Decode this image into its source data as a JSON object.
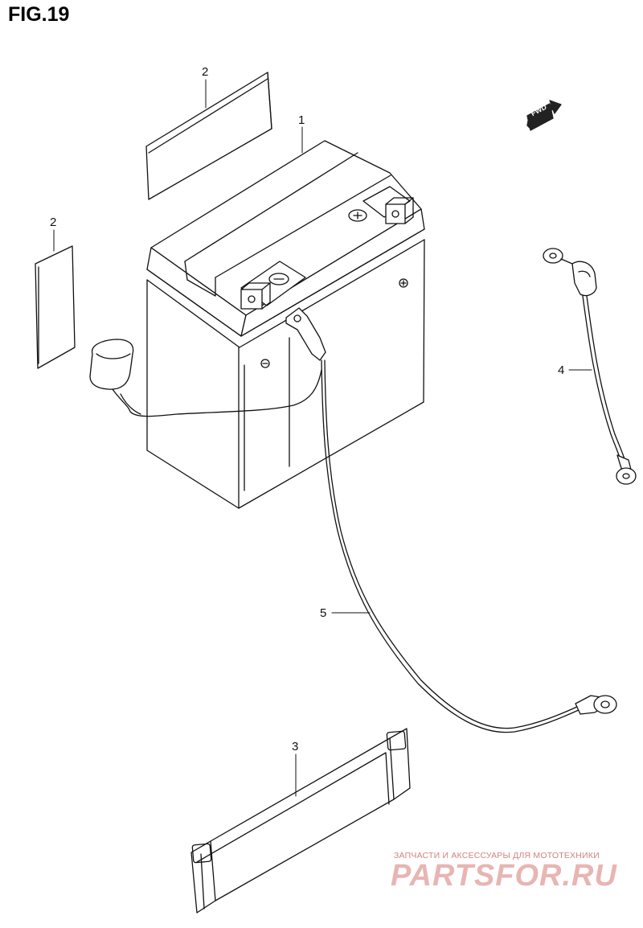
{
  "figure": {
    "title": "FIG.19"
  },
  "callouts": [
    {
      "id": "battery",
      "label": "1"
    },
    {
      "id": "label-top",
      "label": "2"
    },
    {
      "id": "label-left",
      "label": "2"
    },
    {
      "id": "band",
      "label": "3"
    },
    {
      "id": "lead-short",
      "label": "4"
    },
    {
      "id": "lead-long",
      "label": "5"
    }
  ],
  "fwd_badge": {
    "text": "FWD"
  },
  "watermark": {
    "caption": "ЗАПЧАСТИ И АКСЕССУАРЫ ДЛЯ МОТОТЕХНИКИ",
    "logo": "PARTSFOR.RU"
  }
}
